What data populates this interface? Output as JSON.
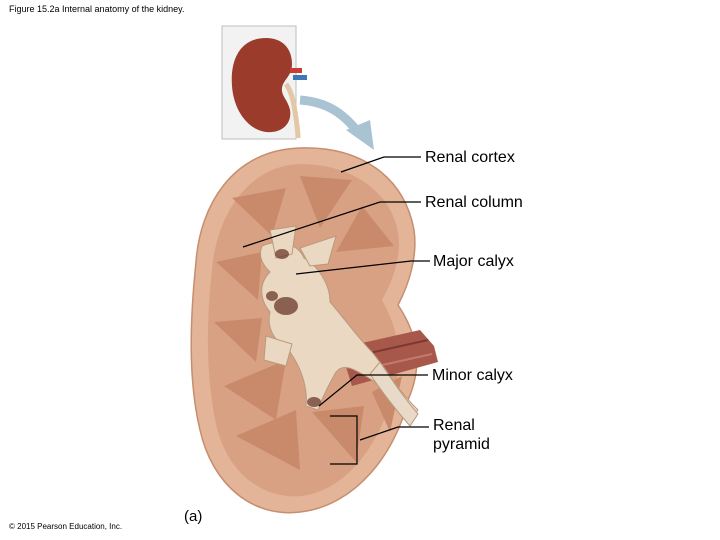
{
  "figure_title": "Figure 15.2a Internal anatomy of the kidney.",
  "copyright": "© 2015 Pearson Education, Inc.",
  "panel_label": "(a)",
  "labels": {
    "renal_cortex": "Renal cortex",
    "renal_column": "Renal column",
    "major_calyx": "Major calyx",
    "minor_calyx": "Minor calyx",
    "renal_pyramid_line1": "Renal",
    "renal_pyramid_line2": "pyramid"
  },
  "colors": {
    "kidney_tissue": "#d9a183",
    "cortex_outer": "#e3b497",
    "pyramid": "#c98a6c",
    "calyx": "#ead8c2",
    "ureter": "#e8d9c8",
    "vessel": "#a8584a",
    "arrow": "#a9c3d3",
    "thumbnail_kidney": "#9b3b2c"
  }
}
